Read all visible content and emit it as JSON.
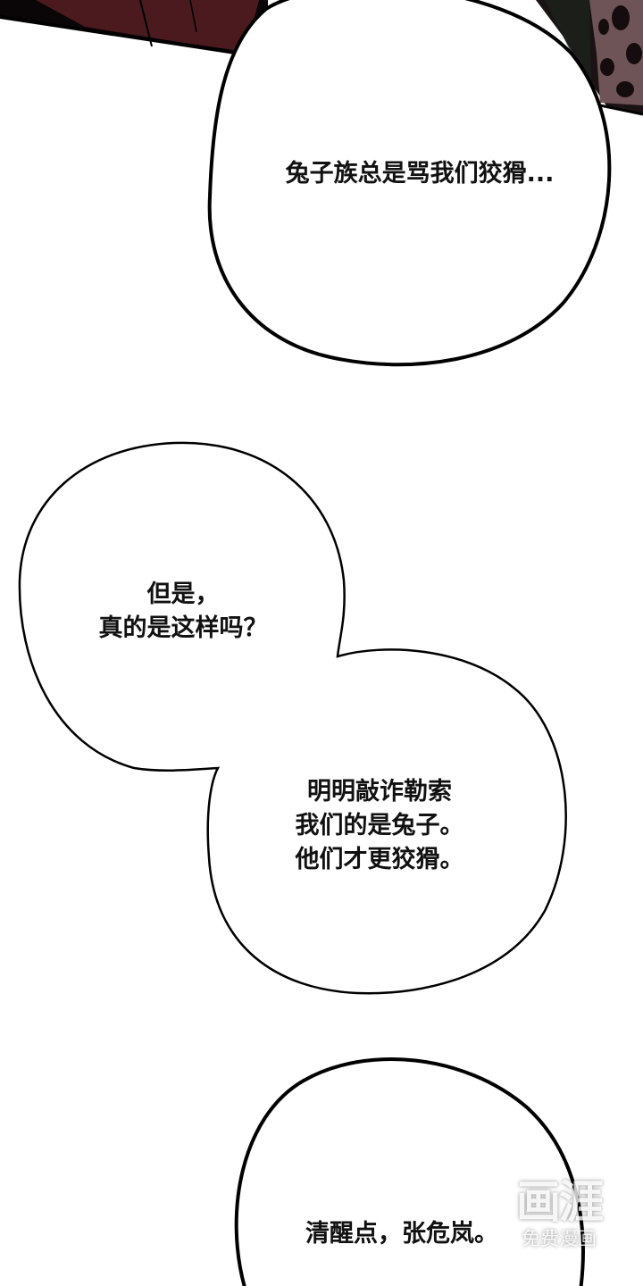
{
  "comic": {
    "panel_top": {
      "colors": {
        "crimson": "#4a1a1e",
        "shadow": "#0a0506",
        "mauve": "#6e5457",
        "dark_green": "#1e231c"
      }
    },
    "bubbles": [
      {
        "id": "bubble-1",
        "lines": [
          "兔子族总是骂我们狡猾..."
        ]
      },
      {
        "id": "bubble-2",
        "lines": [
          "但是，",
          "真的是这样吗？"
        ]
      },
      {
        "id": "bubble-3",
        "lines": [
          "明明敲诈勒索",
          "我们的是兔子。",
          "他们才更狡猾。"
        ]
      },
      {
        "id": "bubble-4",
        "lines": [
          "清醒点，张危岚。"
        ]
      }
    ]
  },
  "watermark": {
    "logo": "画涯",
    "subtitle": "免费漫画"
  }
}
